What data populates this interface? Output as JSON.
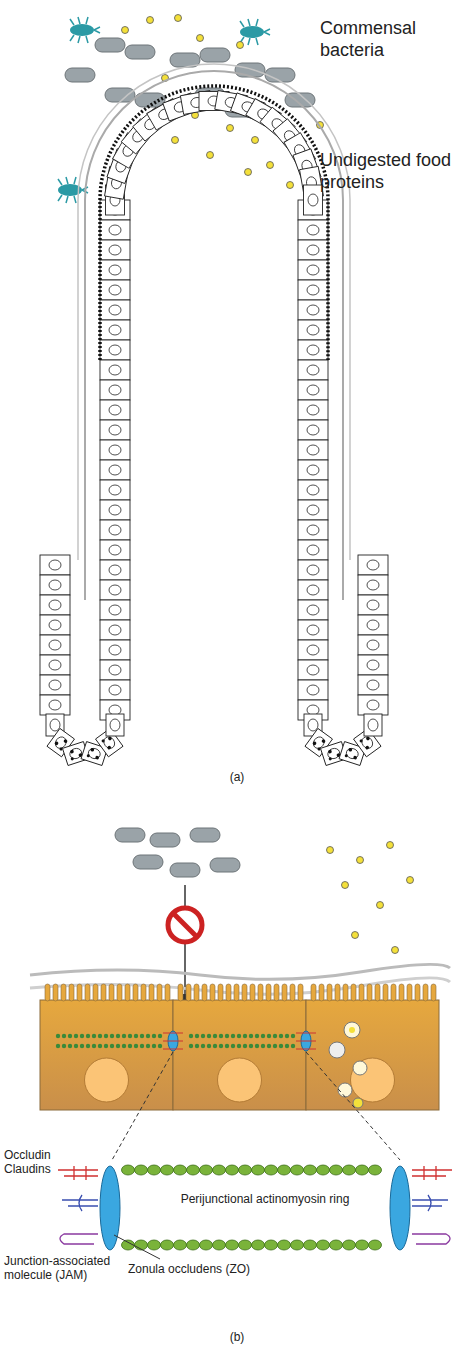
{
  "diagram": {
    "labels": [
      "Commensal bacteria",
      "Undigested food proteins",
      "(a)",
      "Occludin Claudins",
      "Perijunctional actinomyosin ring",
      "Junction-associated molecule (JAM)",
      "Zonula occludens (ZO)",
      "(b)"
    ]
  }
}
